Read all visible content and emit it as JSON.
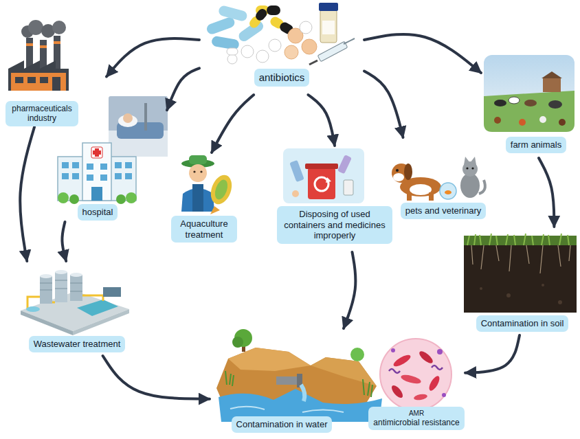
{
  "diagram": {
    "nodes": [
      {
        "text": [
          "antibiotics"
        ]
      },
      {
        "text": [
          "pharmaceuticals industry"
        ]
      },
      {
        "text": [
          "farm animals"
        ]
      },
      {
        "text": [
          "hospital"
        ]
      },
      {
        "text": [
          "Aquaculture treatment"
        ]
      },
      {
        "text": [
          "Disposing of used containers and medicines improperly"
        ]
      },
      {
        "text": [
          "pets and veterinary"
        ]
      },
      {
        "text": [
          "Contamination in soil"
        ]
      },
      {
        "text": [
          "Wastewater treatment"
        ]
      },
      {
        "text": [
          "Contamination in water"
        ]
      },
      {
        "text": [
          "AMR",
          "antimicrobial resistance"
        ]
      }
    ],
    "edges": [
      {
        "from": 0,
        "to": 1,
        "arrow": "to"
      },
      {
        "from": 0,
        "to": 3,
        "arrow": "to"
      },
      {
        "from": 0,
        "to": 4,
        "arrow": "to"
      },
      {
        "from": 0,
        "to": 5,
        "arrow": "to"
      },
      {
        "from": 0,
        "to": 6,
        "arrow": "to"
      },
      {
        "from": 0,
        "to": 2,
        "arrow": "to"
      },
      {
        "from": 1,
        "to": 8,
        "arrow": "to"
      },
      {
        "from": 3,
        "to": 8,
        "arrow": "to"
      },
      {
        "from": 8,
        "to": 9,
        "arrow": "to"
      },
      {
        "from": 5,
        "to": 9,
        "arrow": "to"
      },
      {
        "from": 2,
        "to": 7,
        "arrow": "to"
      },
      {
        "from": 7,
        "to": 10,
        "arrow": "to"
      }
    ]
  }
}
